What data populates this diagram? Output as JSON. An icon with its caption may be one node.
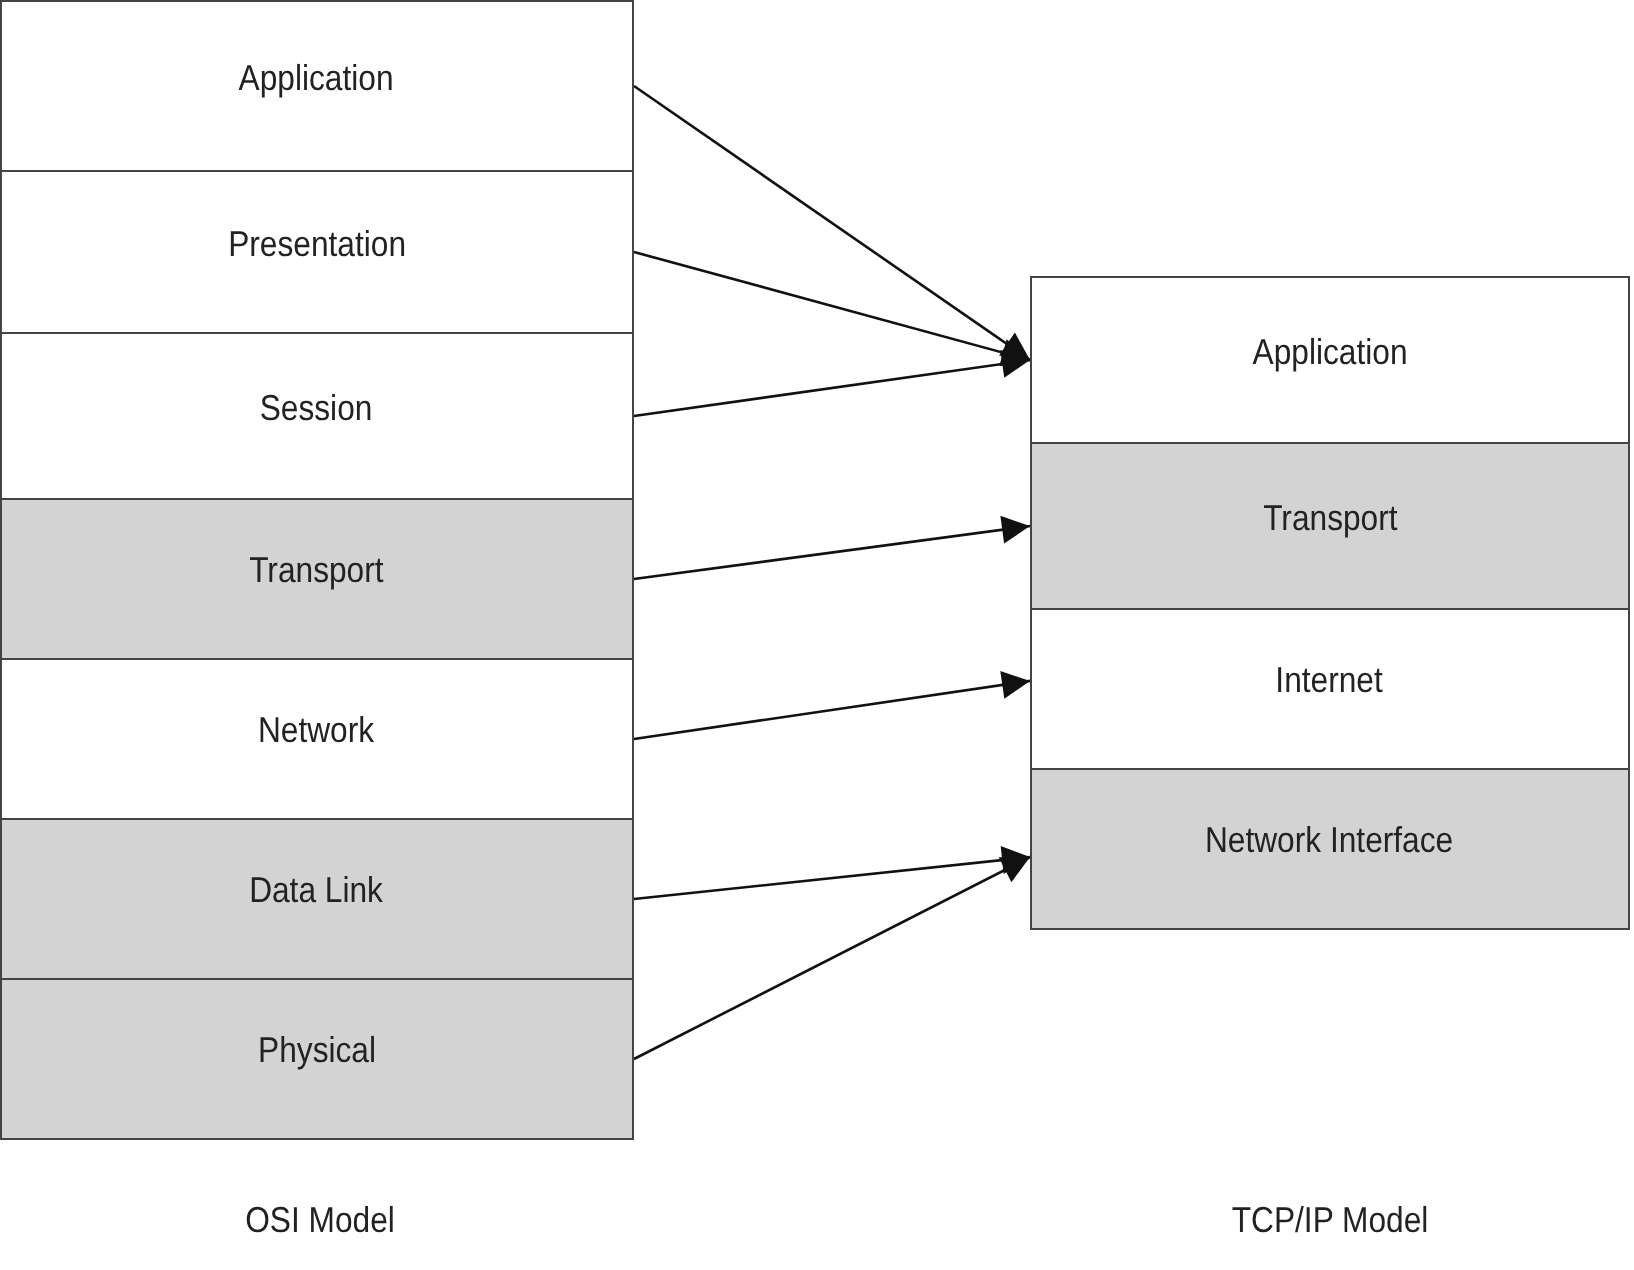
{
  "diagram": {
    "nodes": [
      {
        "text": [
          "Application"
        ]
      },
      {
        "text": [
          "Presentation"
        ]
      },
      {
        "text": [
          "Session"
        ]
      },
      {
        "text": [
          "Transport"
        ]
      },
      {
        "text": [
          "Network"
        ]
      },
      {
        "text": [
          "Data Link"
        ]
      },
      {
        "text": [
          "Physical"
        ]
      },
      {
        "text": [
          "Application"
        ]
      },
      {
        "text": [
          "Transport"
        ]
      },
      {
        "text": [
          "Internet"
        ]
      },
      {
        "text": [
          "Network Interface"
        ]
      }
    ],
    "edges": [
      {
        "from": 0,
        "to": 7,
        "arrow": "to"
      },
      {
        "from": 1,
        "to": 7,
        "arrow": "to"
      },
      {
        "from": 2,
        "to": 7,
        "arrow": "to"
      },
      {
        "from": 3,
        "to": 8,
        "arrow": "to"
      },
      {
        "from": 4,
        "to": 9,
        "arrow": "to"
      },
      {
        "from": 5,
        "to": 10,
        "arrow": "to"
      },
      {
        "from": 6,
        "to": 10,
        "arrow": "to"
      }
    ],
    "labels": [
      "OSI Model",
      "TCP/IP Model"
    ]
  }
}
